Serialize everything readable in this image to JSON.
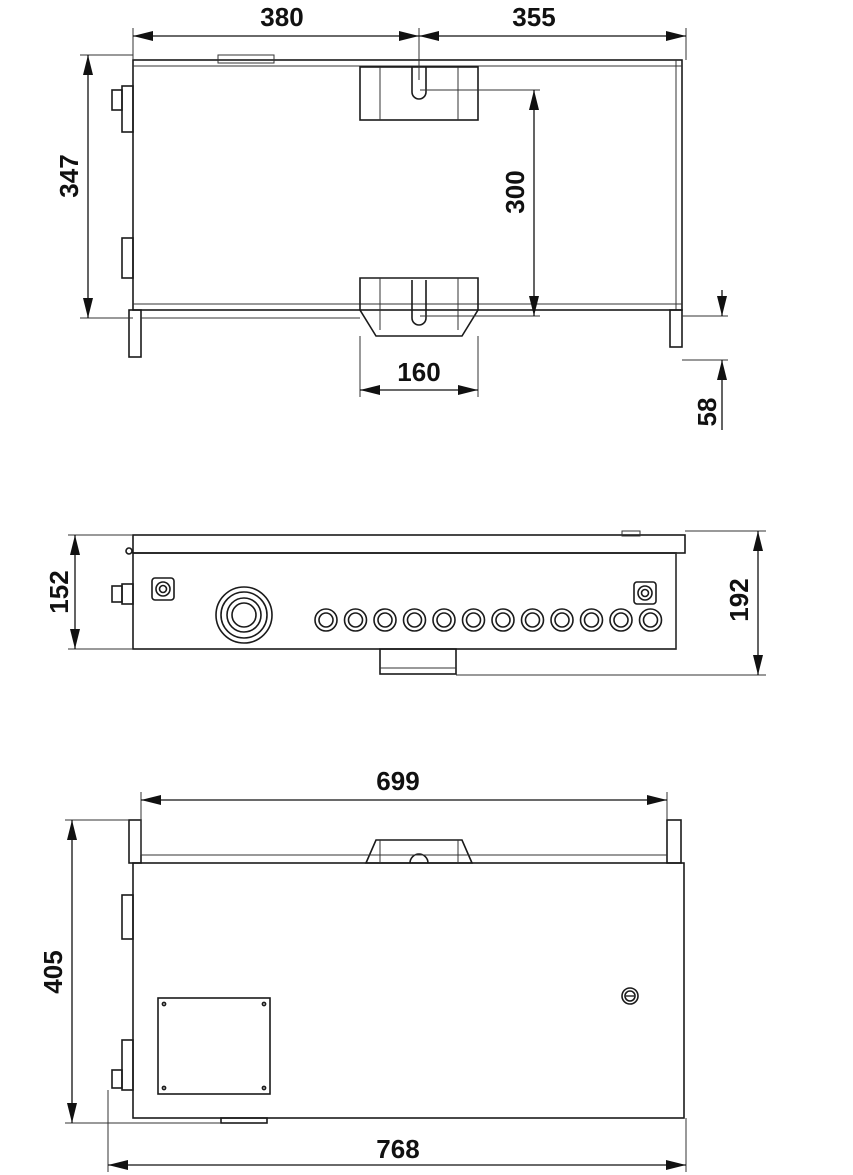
{
  "dimensions": {
    "top_left_width": "380",
    "top_right_width": "355",
    "top_height": "347",
    "bracket_spacing": "300",
    "bracket_width": "160",
    "foot_height": "58",
    "side_height": "152",
    "side_total_height": "192",
    "front_inner_width": "699",
    "front_height": "405",
    "front_total_width": "768"
  },
  "glands": {
    "count": 12
  }
}
